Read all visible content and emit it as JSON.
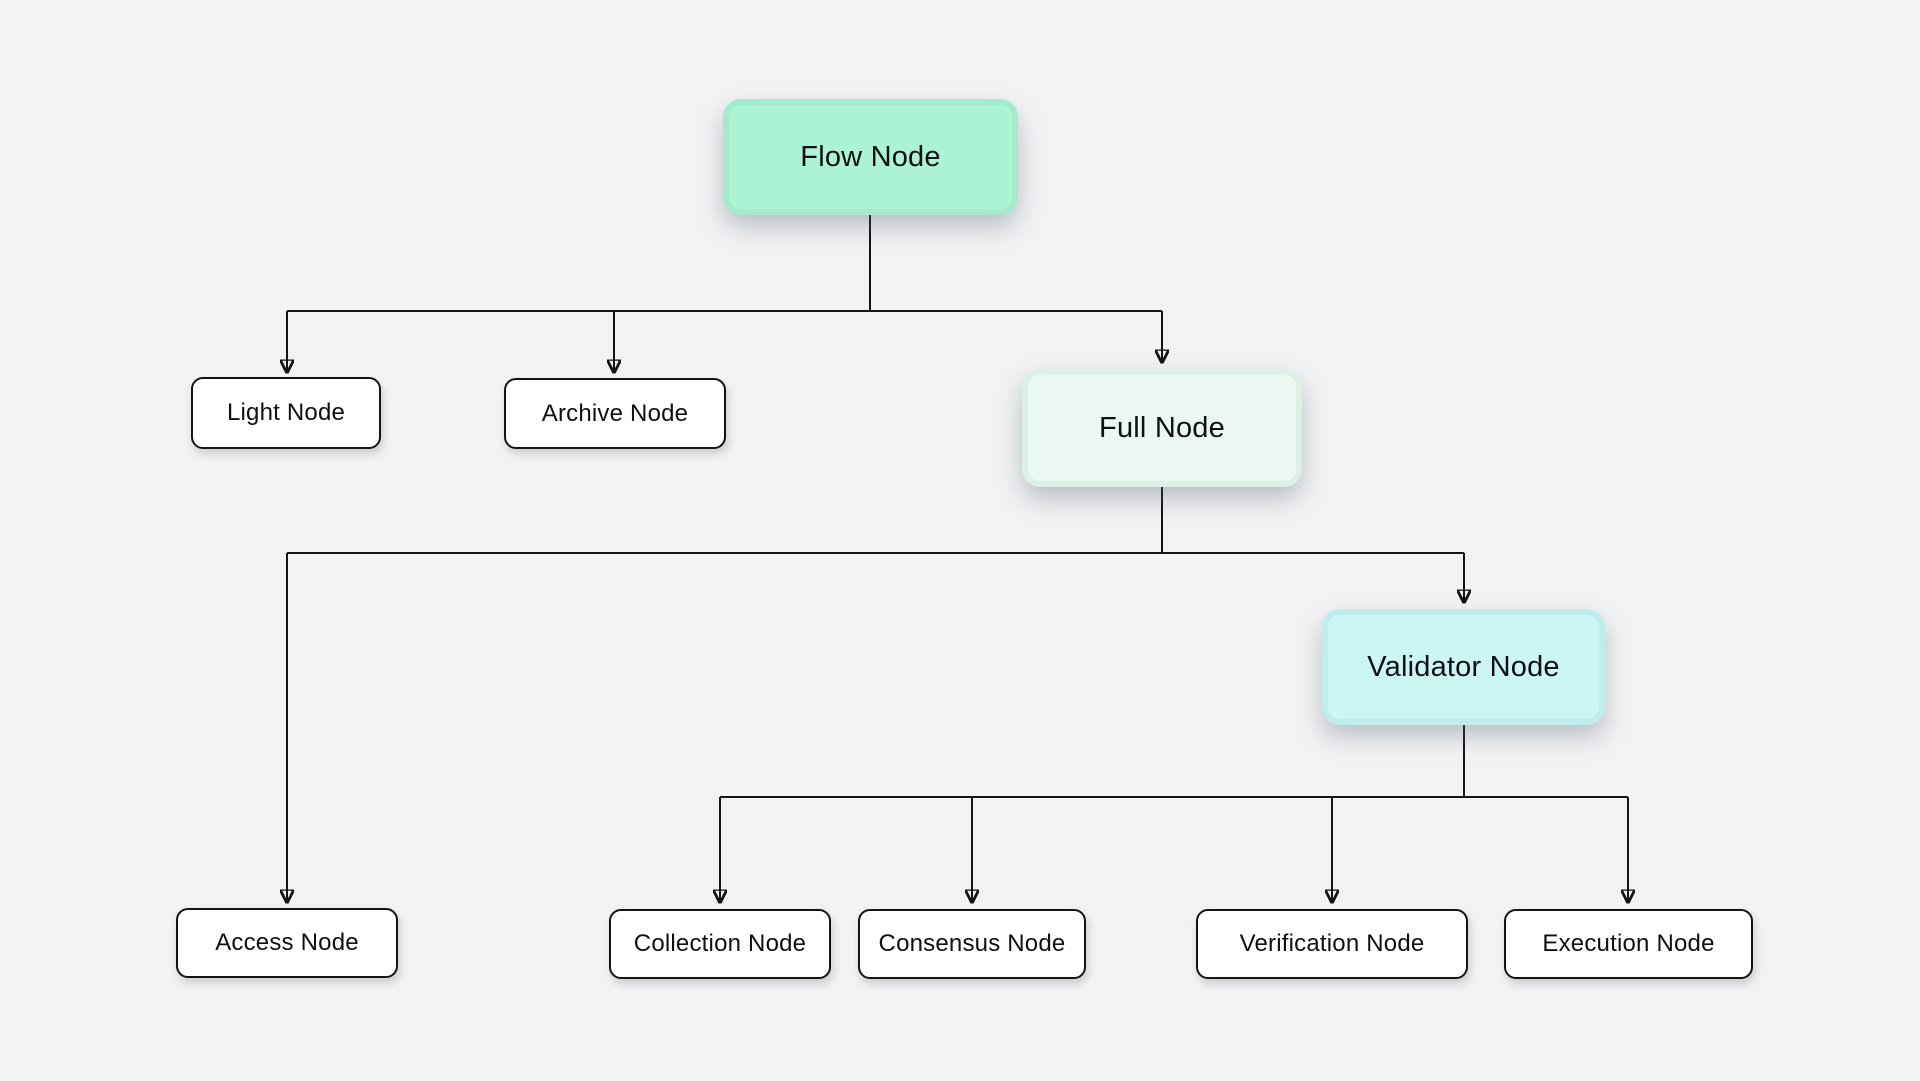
{
  "diagram": {
    "type": "tree",
    "background_color": "#f1f2f4",
    "line_color": "#141414",
    "text_color": "#101014",
    "nodes": {
      "flow": {
        "label": "Flow Node",
        "fill": "#adf4d6",
        "border": "#a3ebcc",
        "level": 1
      },
      "light": {
        "label": "Light Node",
        "fill": "#ffffff",
        "border": "#141414",
        "level": 2
      },
      "archive": {
        "label": "Archive Node",
        "fill": "#ffffff",
        "border": "#141414",
        "level": 2
      },
      "full": {
        "label": "Full Node",
        "fill": "#eaf8f1",
        "border": "#ddf0e6",
        "level": 2
      },
      "access": {
        "label": "Access Node",
        "fill": "#ffffff",
        "border": "#141414",
        "level": 3
      },
      "validator": {
        "label": "Validator Node",
        "fill": "#ccf6f4",
        "border": "#bfedeb",
        "level": 3
      },
      "collection": {
        "label": "Collection Node",
        "fill": "#ffffff",
        "border": "#141414",
        "level": 4
      },
      "consensus": {
        "label": "Consensus Node",
        "fill": "#ffffff",
        "border": "#141414",
        "level": 4
      },
      "verification": {
        "label": "Verification Node",
        "fill": "#ffffff",
        "border": "#141414",
        "level": 4
      },
      "execution": {
        "label": "Execution Node",
        "fill": "#ffffff",
        "border": "#141414",
        "level": 4
      }
    },
    "edges": [
      {
        "from": "flow",
        "to": "light"
      },
      {
        "from": "flow",
        "to": "archive"
      },
      {
        "from": "flow",
        "to": "full"
      },
      {
        "from": "full",
        "to": "access"
      },
      {
        "from": "full",
        "to": "validator"
      },
      {
        "from": "validator",
        "to": "collection"
      },
      {
        "from": "validator",
        "to": "consensus"
      },
      {
        "from": "validator",
        "to": "verification"
      },
      {
        "from": "validator",
        "to": "execution"
      }
    ]
  }
}
